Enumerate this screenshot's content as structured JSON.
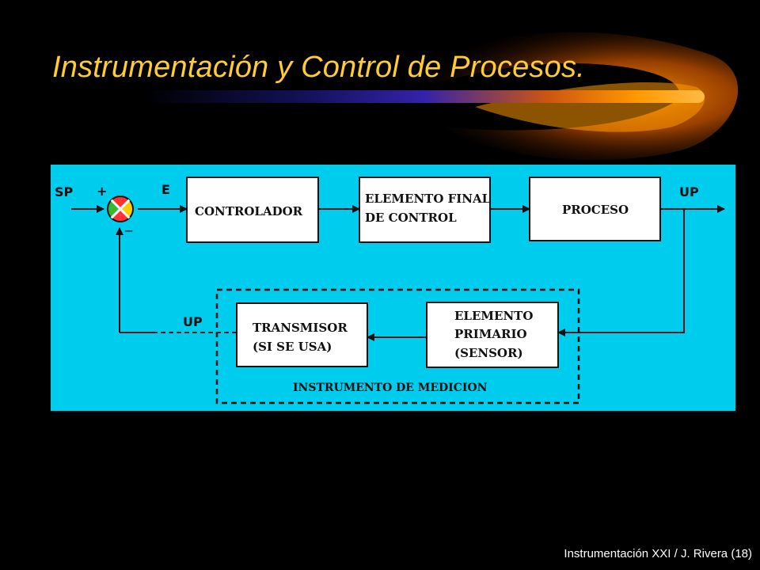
{
  "slide": {
    "title": "Instrumentación y Control de Procesos.",
    "footer": "Instrumentación XXI / J. Rivera (18)"
  },
  "colors": {
    "background": "#000000",
    "title": "#ffcc33",
    "diagram_background": "#00ccee",
    "block_fill": "#ffffff",
    "swoosh_orange": "#ff9900",
    "swoosh_blue": "#1a1a99"
  },
  "diagram": {
    "signals": {
      "setpoint": "SP",
      "plus_sign": "+",
      "minus_sign": "—",
      "error": "E",
      "output": "UP",
      "feedback": "UP"
    },
    "blocks": {
      "controller": [
        "CONTROLADOR"
      ],
      "final_element": [
        "ELEMENTO FINAL",
        "DE CONTROL"
      ],
      "process": [
        "PROCESO"
      ],
      "transmitter": [
        "TRANSMISOR",
        "(SI SE USA)"
      ],
      "primary_element": [
        "ELEMENTO",
        "PRIMARIO",
        "(SENSOR)"
      ]
    },
    "measurement_group_label": "INSTRUMENTO DE MEDICION",
    "summing_junction_colors": [
      "#ff3333",
      "#ffcc00",
      "#33bb33",
      "#ff3333"
    ]
  }
}
